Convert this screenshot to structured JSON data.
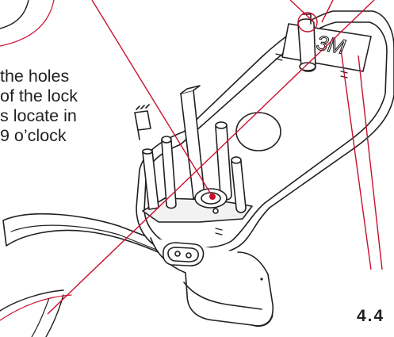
{
  "instruction": {
    "lines": [
      " the holes",
      "of the lock",
      "s locate in",
      "9 o’clock"
    ]
  },
  "step_label": "4.4",
  "logo_text": "3M",
  "colors": {
    "leader_line": "#c8102e",
    "outline": "#231f20",
    "housing_fill": "#ffffff",
    "recess_fill": "#f2f2f2"
  }
}
